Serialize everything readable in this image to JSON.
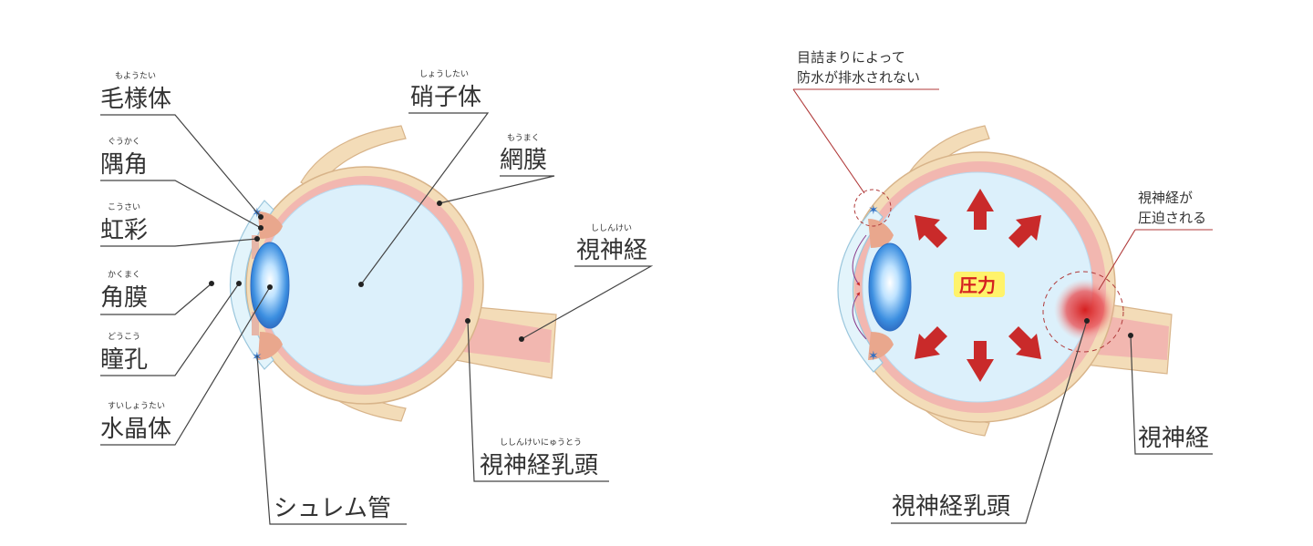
{
  "left_diagram": {
    "labels": {
      "ciliary_body": {
        "text": "毛様体",
        "ruby": "もようたい"
      },
      "angle": {
        "text": "隅角",
        "ruby": "ぐうかく"
      },
      "iris": {
        "text": "虹彩",
        "ruby": "こうさい"
      },
      "cornea": {
        "text": "角膜",
        "ruby": "かくまく"
      },
      "pupil": {
        "text": "瞳孔",
        "ruby": "どうこう"
      },
      "lens": {
        "text": "水晶体",
        "ruby": "すいしょうたい"
      },
      "schlemm": {
        "text": "シュレム管"
      },
      "vitreous": {
        "text": "硝子体",
        "ruby": "しょうしたい"
      },
      "retina": {
        "text": "網膜",
        "ruby": "もうまく"
      },
      "optic_nerve": {
        "text": "視神経",
        "ruby": "ししんけい"
      },
      "optic_disc": {
        "text": "視神経乳頭",
        "ruby": "ししんけいにゅうとう"
      }
    }
  },
  "right_diagram": {
    "notes": {
      "blockage_line1": "目詰まりによって",
      "blockage_line2": "防水が排水されない",
      "compress_line1": "視神経が",
      "compress_line2": "圧迫される"
    },
    "pressure_label": "圧力",
    "optic_nerve": "視神経",
    "optic_disc": "視神経乳頭"
  },
  "colors": {
    "sclera": "#f3dcb8",
    "sclera_edge": "#d8b48a",
    "retina_pink": "#f2b7b0",
    "vitreous": "#dcf0fb",
    "lens_blue": "#3b8ee0",
    "arrow_red": "#c92a2a",
    "pressure_bg": "#fff36b"
  }
}
